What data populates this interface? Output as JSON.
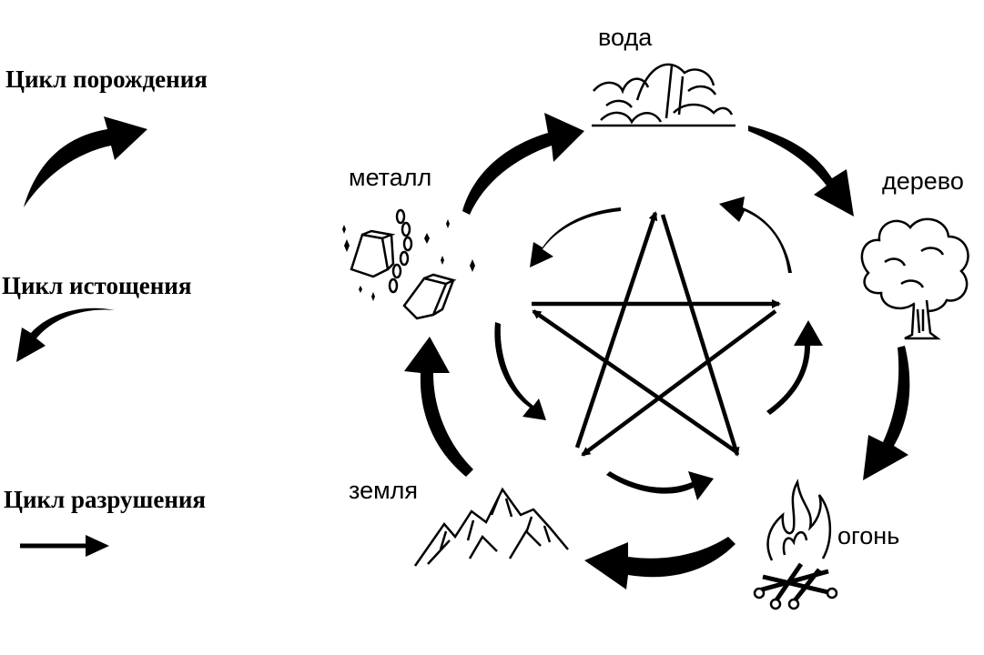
{
  "legend": {
    "generation": "Цикл порождения",
    "exhaustion": "Цикл истощения",
    "destruction": "Цикл разрушения"
  },
  "elements": {
    "water": "вода",
    "wood": "дерево",
    "fire": "огонь",
    "earth": "земля",
    "metal": "металл"
  }
}
